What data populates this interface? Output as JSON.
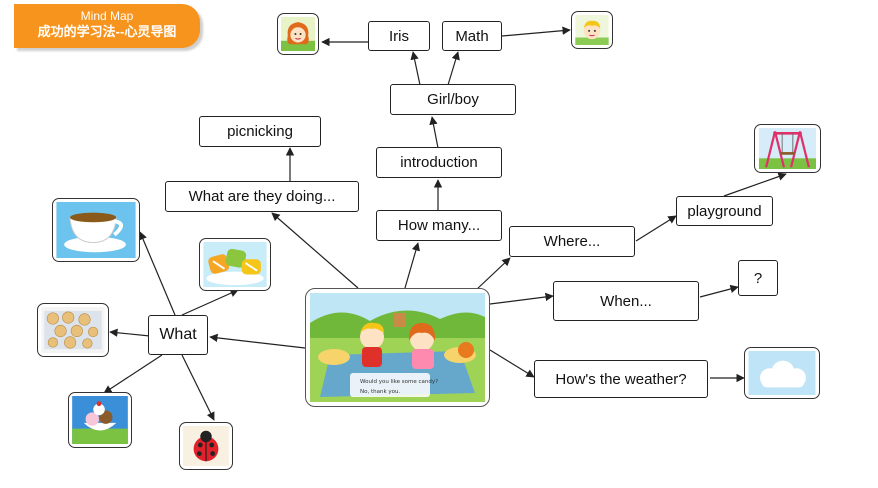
{
  "header": {
    "title": "Mind Map",
    "subtitle": "成功的学习法--心灵导图"
  },
  "center": {
    "caption_question": "Would you like some candy?",
    "caption_answer": "No, thank you."
  },
  "nodes": {
    "iris": "Iris",
    "math": "Math",
    "girl_boy": "Girl/boy",
    "introduction": "introduction",
    "how_many": "How many...",
    "picnicking": "picnicking",
    "what_doing": "What are they doing...",
    "where": "Where...",
    "playground": "playground",
    "when": "When...",
    "question": "?",
    "weather": "How's the weather?",
    "what": "What"
  },
  "colors": {
    "banner": "#f7941d",
    "arrow": "#222222"
  },
  "icons": [
    "girl-face-icon",
    "boy-face-icon",
    "swing-icon",
    "teacup-icon",
    "candy-icon",
    "cookies-icon",
    "icecream-icon",
    "ladybug-icon",
    "cloud-icon"
  ]
}
